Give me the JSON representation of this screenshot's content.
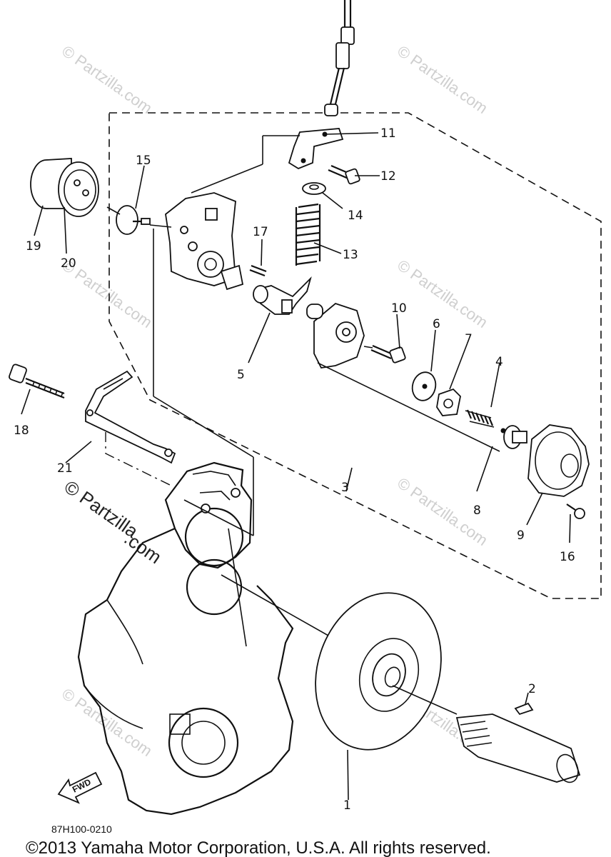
{
  "diagram": {
    "callouts": [
      "1",
      "2",
      "3",
      "4",
      "5",
      "6",
      "7",
      "8",
      "9",
      "10",
      "11",
      "12",
      "13",
      "14",
      "15",
      "16",
      "17",
      "18",
      "19",
      "20",
      "21"
    ],
    "watermark_text": "© Partzilla.com",
    "watermark_prominent_left": "© Partzilla",
    "watermark_prominent_right": ".com",
    "diagram_code": "87H100-0210",
    "fwd_label": "FWD",
    "copyright": "©2013 Yamaha Motor Corporation, U.S.A. All rights reserved."
  }
}
